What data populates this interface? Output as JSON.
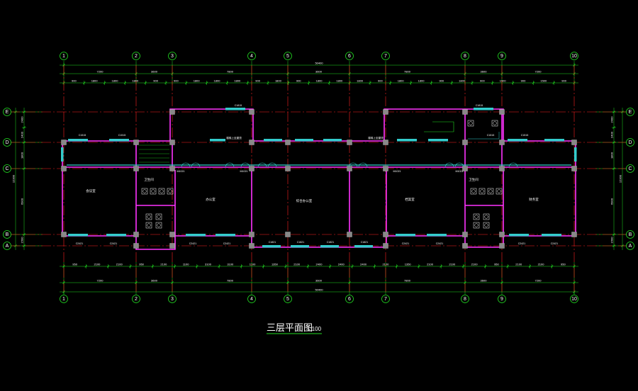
{
  "drawing": {
    "title": "三层平面图",
    "scale": "1:100",
    "colors": {
      "background": "#000000",
      "dimension": "#22dd22",
      "axis_line": "#ff2020",
      "wall": "#ff33ff",
      "window": "#33cccc",
      "column": "#888888",
      "text": "#ffffff"
    },
    "axes_vertical": [
      "1",
      "2",
      "3",
      "4",
      "5",
      "6",
      "7",
      "8",
      "9",
      "10"
    ],
    "axes_horizontal": [
      "E",
      "D",
      "C",
      "B",
      "A"
    ],
    "dimensions": {
      "overall": "50400",
      "top_bays": [
        "7200",
        "3600",
        "7800",
        "3600",
        "7800",
        "3600",
        "7200"
      ],
      "top_openings": [
        "900",
        "1800",
        "1800",
        "1800",
        "900",
        "900",
        "1800",
        "1800",
        "1800",
        "900",
        "1800",
        "900",
        "1800",
        "1800",
        "1800",
        "900",
        "1800",
        "1800",
        "900",
        "1800",
        "900",
        "1500",
        "900",
        "1500",
        "900"
      ],
      "bottom_bays": [
        "7200",
        "3600",
        "7800",
        "3600",
        "7800",
        "3600",
        "7200"
      ],
      "bottom_openings": [
        "950",
        "2100",
        "2100",
        "950",
        "2100",
        "1100",
        "3100",
        "3100",
        "1100",
        "1350",
        "2100",
        "2400",
        "2400",
        "2400",
        "2100",
        "1350",
        "2100",
        "2100",
        "2100",
        "950",
        "2100",
        "2100",
        "950"
      ],
      "left_side": [
        "2400",
        "2400",
        "1800",
        "6900",
        "1500"
      ],
      "right_side": [
        "2400",
        "2400",
        "1800",
        "6900",
        "1500"
      ],
      "left_total": "12300",
      "right_total": "12300"
    },
    "rooms": [
      {
        "label": "会议室"
      },
      {
        "label": "办公室"
      },
      {
        "label": "综合办公室"
      },
      {
        "label": "档案室"
      },
      {
        "label": "财务室"
      },
      {
        "label": "卫生间"
      },
      {
        "label": "卫生间"
      }
    ],
    "window_tags": [
      "C1515",
      "C1515",
      "C2421",
      "C2421",
      "C2421",
      "C2421",
      "C1821",
      "C1821",
      "C1821",
      "C1821",
      "C2421",
      "C2421",
      "C2421",
      "C2421",
      "C1515",
      "C1515",
      "M1021",
      "M1021",
      "M1021",
      "M1021",
      "C1815",
      "C1815"
    ],
    "notes": [
      "楼梯上至屋顶",
      "楼梯上至屋顶"
    ]
  }
}
